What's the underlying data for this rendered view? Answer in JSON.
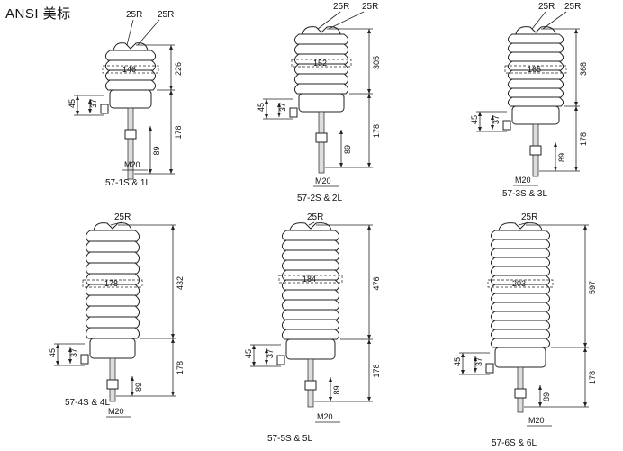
{
  "title": "ANSI 美标",
  "units": [
    {
      "model": "57-1S & 1L",
      "top_radius_a": "25R",
      "top_radius_b": "25R",
      "diameter": "146",
      "height": "226",
      "base_height": "178",
      "dim_45": "45",
      "dim_37": "37",
      "dim_89": "89",
      "thread": "M20",
      "sheds": 4
    },
    {
      "model": "57-2S & 2L",
      "top_radius_a": "25R",
      "top_radius_b": "25R",
      "diameter": "152",
      "height": "305",
      "base_height": "178",
      "dim_45": "45",
      "dim_37": "37",
      "dim_89": "89",
      "thread": "M20",
      "sheds": 6
    },
    {
      "model": "57-3S & 3L",
      "top_radius_a": "25R",
      "top_radius_b": "25R",
      "diameter": "165",
      "height": "368",
      "base_height": "178",
      "dim_45": "45",
      "dim_37": "37",
      "dim_89": "89",
      "thread": "M20",
      "sheds": 8
    },
    {
      "model": "57-4S & 4L",
      "top_radius": "25R",
      "diameter": "178",
      "height": "432",
      "base_height": "178",
      "dim_45": "45",
      "dim_37": "37",
      "dim_89": "89",
      "thread": "M20",
      "sheds": 10
    },
    {
      "model": "57-5S & 5L",
      "top_radius": "25R",
      "diameter": "184",
      "height": "476",
      "base_height": "178",
      "dim_45": "45",
      "dim_37": "37",
      "dim_89": "89",
      "thread": "M20",
      "sheds": 11
    },
    {
      "model": "57-6S & 6L",
      "top_radius": "25R",
      "diameter": "203",
      "height": "597",
      "base_height": "178",
      "dim_45": "45",
      "dim_37": "37",
      "dim_89": "89",
      "thread": "M20",
      "sheds": 13
    }
  ]
}
